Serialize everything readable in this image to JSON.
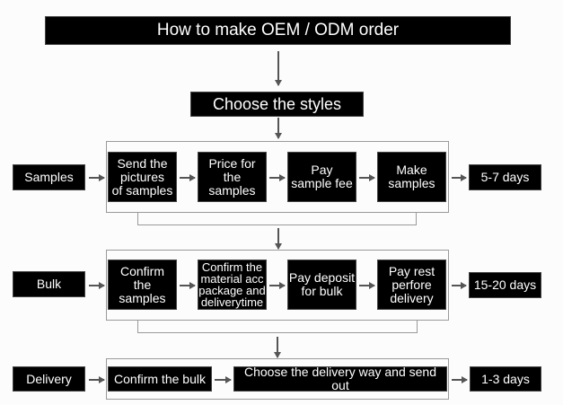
{
  "title": "How to make OEM / ODM order",
  "choose": "Choose the styles",
  "rows": {
    "samples": {
      "label": "Samples",
      "steps": [
        "Send the\npictures\nof samples",
        "Price for\nthe samples",
        "Pay\nsample fee",
        "Make\nsamples"
      ],
      "duration": "5-7 days"
    },
    "bulk": {
      "label": "Bulk",
      "steps": [
        "Confirm\nthe samples",
        "Confirm the\nmaterial acc\npackage and\ndeliverytime",
        "Pay deposit\nfor bulk",
        "Pay rest\nperfore\ndelivery"
      ],
      "duration": "15-20 days"
    },
    "delivery": {
      "label": "Delivery",
      "steps": [
        "Confirm the bulk",
        "Choose the delivery way and send out"
      ],
      "duration": "1-3 days"
    }
  }
}
